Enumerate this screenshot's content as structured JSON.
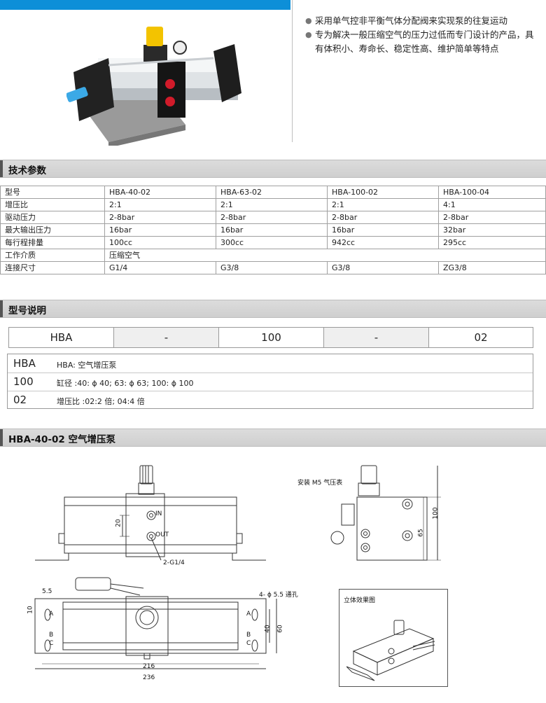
{
  "bullets": [
    "采用单气控非平衡气体分配阀来实现泵的往复运动",
    "专为解决一般压缩空气的压力过低而专门设计的产品，具有体积小、寿命长、稳定性高、维护简单等特点"
  ],
  "sections": {
    "tech": "技术参数",
    "model": "型号说明",
    "drawing": "HBA-40-02 空气增压泵"
  },
  "spec_table": [
    [
      "型号",
      "HBA-40-02",
      "HBA-63-02",
      "HBA-100-02",
      "HBA-100-04"
    ],
    [
      "增压比",
      "2:1",
      "2:1",
      "2:1",
      "4:1"
    ],
    [
      "驱动压力",
      "2-8bar",
      "2-8bar",
      "2-8bar",
      "2-8bar"
    ],
    [
      "最大输出压力",
      "16bar",
      "16bar",
      "16bar",
      "32bar"
    ],
    [
      "每行程排量",
      "100cc",
      "300cc",
      "942cc",
      "295cc"
    ],
    [
      "工作介质",
      "压缩空气",
      "",
      "",
      ""
    ],
    [
      "连接尺寸",
      "G1/4",
      "G3/8",
      "G3/8",
      "ZG3/8"
    ]
  ],
  "model_code": [
    "HBA",
    "-",
    "100",
    "-",
    "02"
  ],
  "model_defs": [
    {
      "key": "HBA",
      "desc": "HBA: 空气增压泵"
    },
    {
      "key": "100",
      "desc": "缸径 :40: ϕ 40;  63: ϕ 63;  100: ϕ 100"
    },
    {
      "key": "02",
      "desc": "增压比 :02:2 倍;  04:4 倍"
    }
  ],
  "drawing_labels": {
    "in": "IN",
    "out": "OUT",
    "dim_20": "20",
    "port": "2-G1/4",
    "gauge": "安装 M5 气压表",
    "dim_100": "100",
    "dim_65": "65",
    "dim_5_5": "5.5",
    "dim_10": "10",
    "holes": "4- ϕ 5.5 通孔",
    "a": "A",
    "b": "B",
    "c": "C",
    "dim_40": "40",
    "dim_60": "60",
    "dim_216": "216",
    "dim_236": "236",
    "iso_title": "立体效果图"
  }
}
